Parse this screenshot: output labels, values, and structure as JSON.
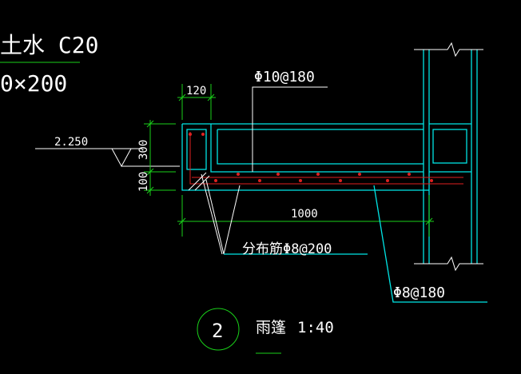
{
  "labels": {
    "top_left_line1": "土水 C20",
    "top_left_line2": "0×200",
    "rebar_top": "Φ10@180",
    "dim_120": "120",
    "elevation": "2.250",
    "dim_300": "300",
    "dim_100": "100",
    "dim_1000": "1000",
    "distribution_rebar": "分布筋Φ8@200",
    "rebar_bottom": "Φ8@180",
    "detail_number": "2",
    "detail_title": "雨篷",
    "detail_scale": "1:40"
  },
  "colors": {
    "background": "#000000",
    "concrete_outline": "#00e5e5",
    "dimension": "#1ad11a",
    "rebar": "#e02020",
    "leader": "#ffffff",
    "text": "#ffffff"
  }
}
